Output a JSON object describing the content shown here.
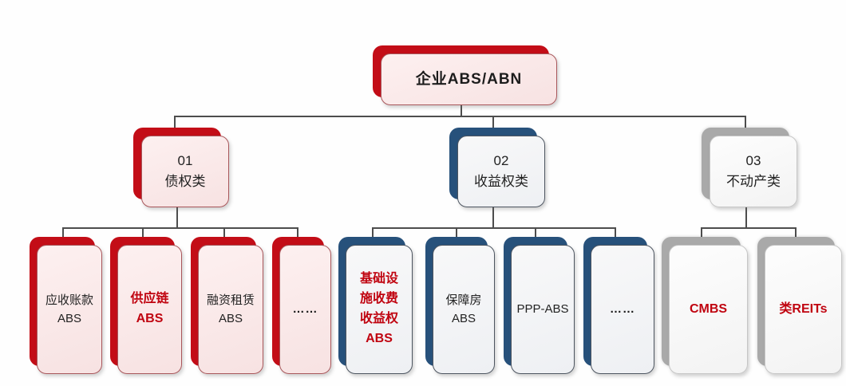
{
  "root": {
    "label": "企业ABS/ABN"
  },
  "branches": [
    {
      "number": "01",
      "label": "债权类"
    },
    {
      "number": "02",
      "label": "收益权类"
    },
    {
      "number": "03",
      "label": "不动产类"
    }
  ],
  "leaves": {
    "debt": [
      {
        "text": "应收账款\nABS",
        "emphasis": false
      },
      {
        "text": "供应链\nABS",
        "emphasis": true
      },
      {
        "text": "融资租赁\nABS",
        "emphasis": false
      },
      {
        "text": "……",
        "emphasis": false
      }
    ],
    "income": [
      {
        "text": "基础设\n施收费\n收益权\nABS",
        "emphasis": true
      },
      {
        "text": "保障房\nABS",
        "emphasis": false
      },
      {
        "text": "PPP-ABS",
        "emphasis": false
      },
      {
        "text": "……",
        "emphasis": false
      }
    ],
    "realestate": [
      {
        "text": "CMBS",
        "emphasis": true
      },
      {
        "text": "类REITs",
        "emphasis": true
      }
    ]
  },
  "colors": {
    "branch_debt": "#c30d17",
    "branch_income": "#27517b",
    "branch_realestate": "#a9a9a9",
    "emphasis_text": "#c00410",
    "connector": "#4d4d4d"
  }
}
